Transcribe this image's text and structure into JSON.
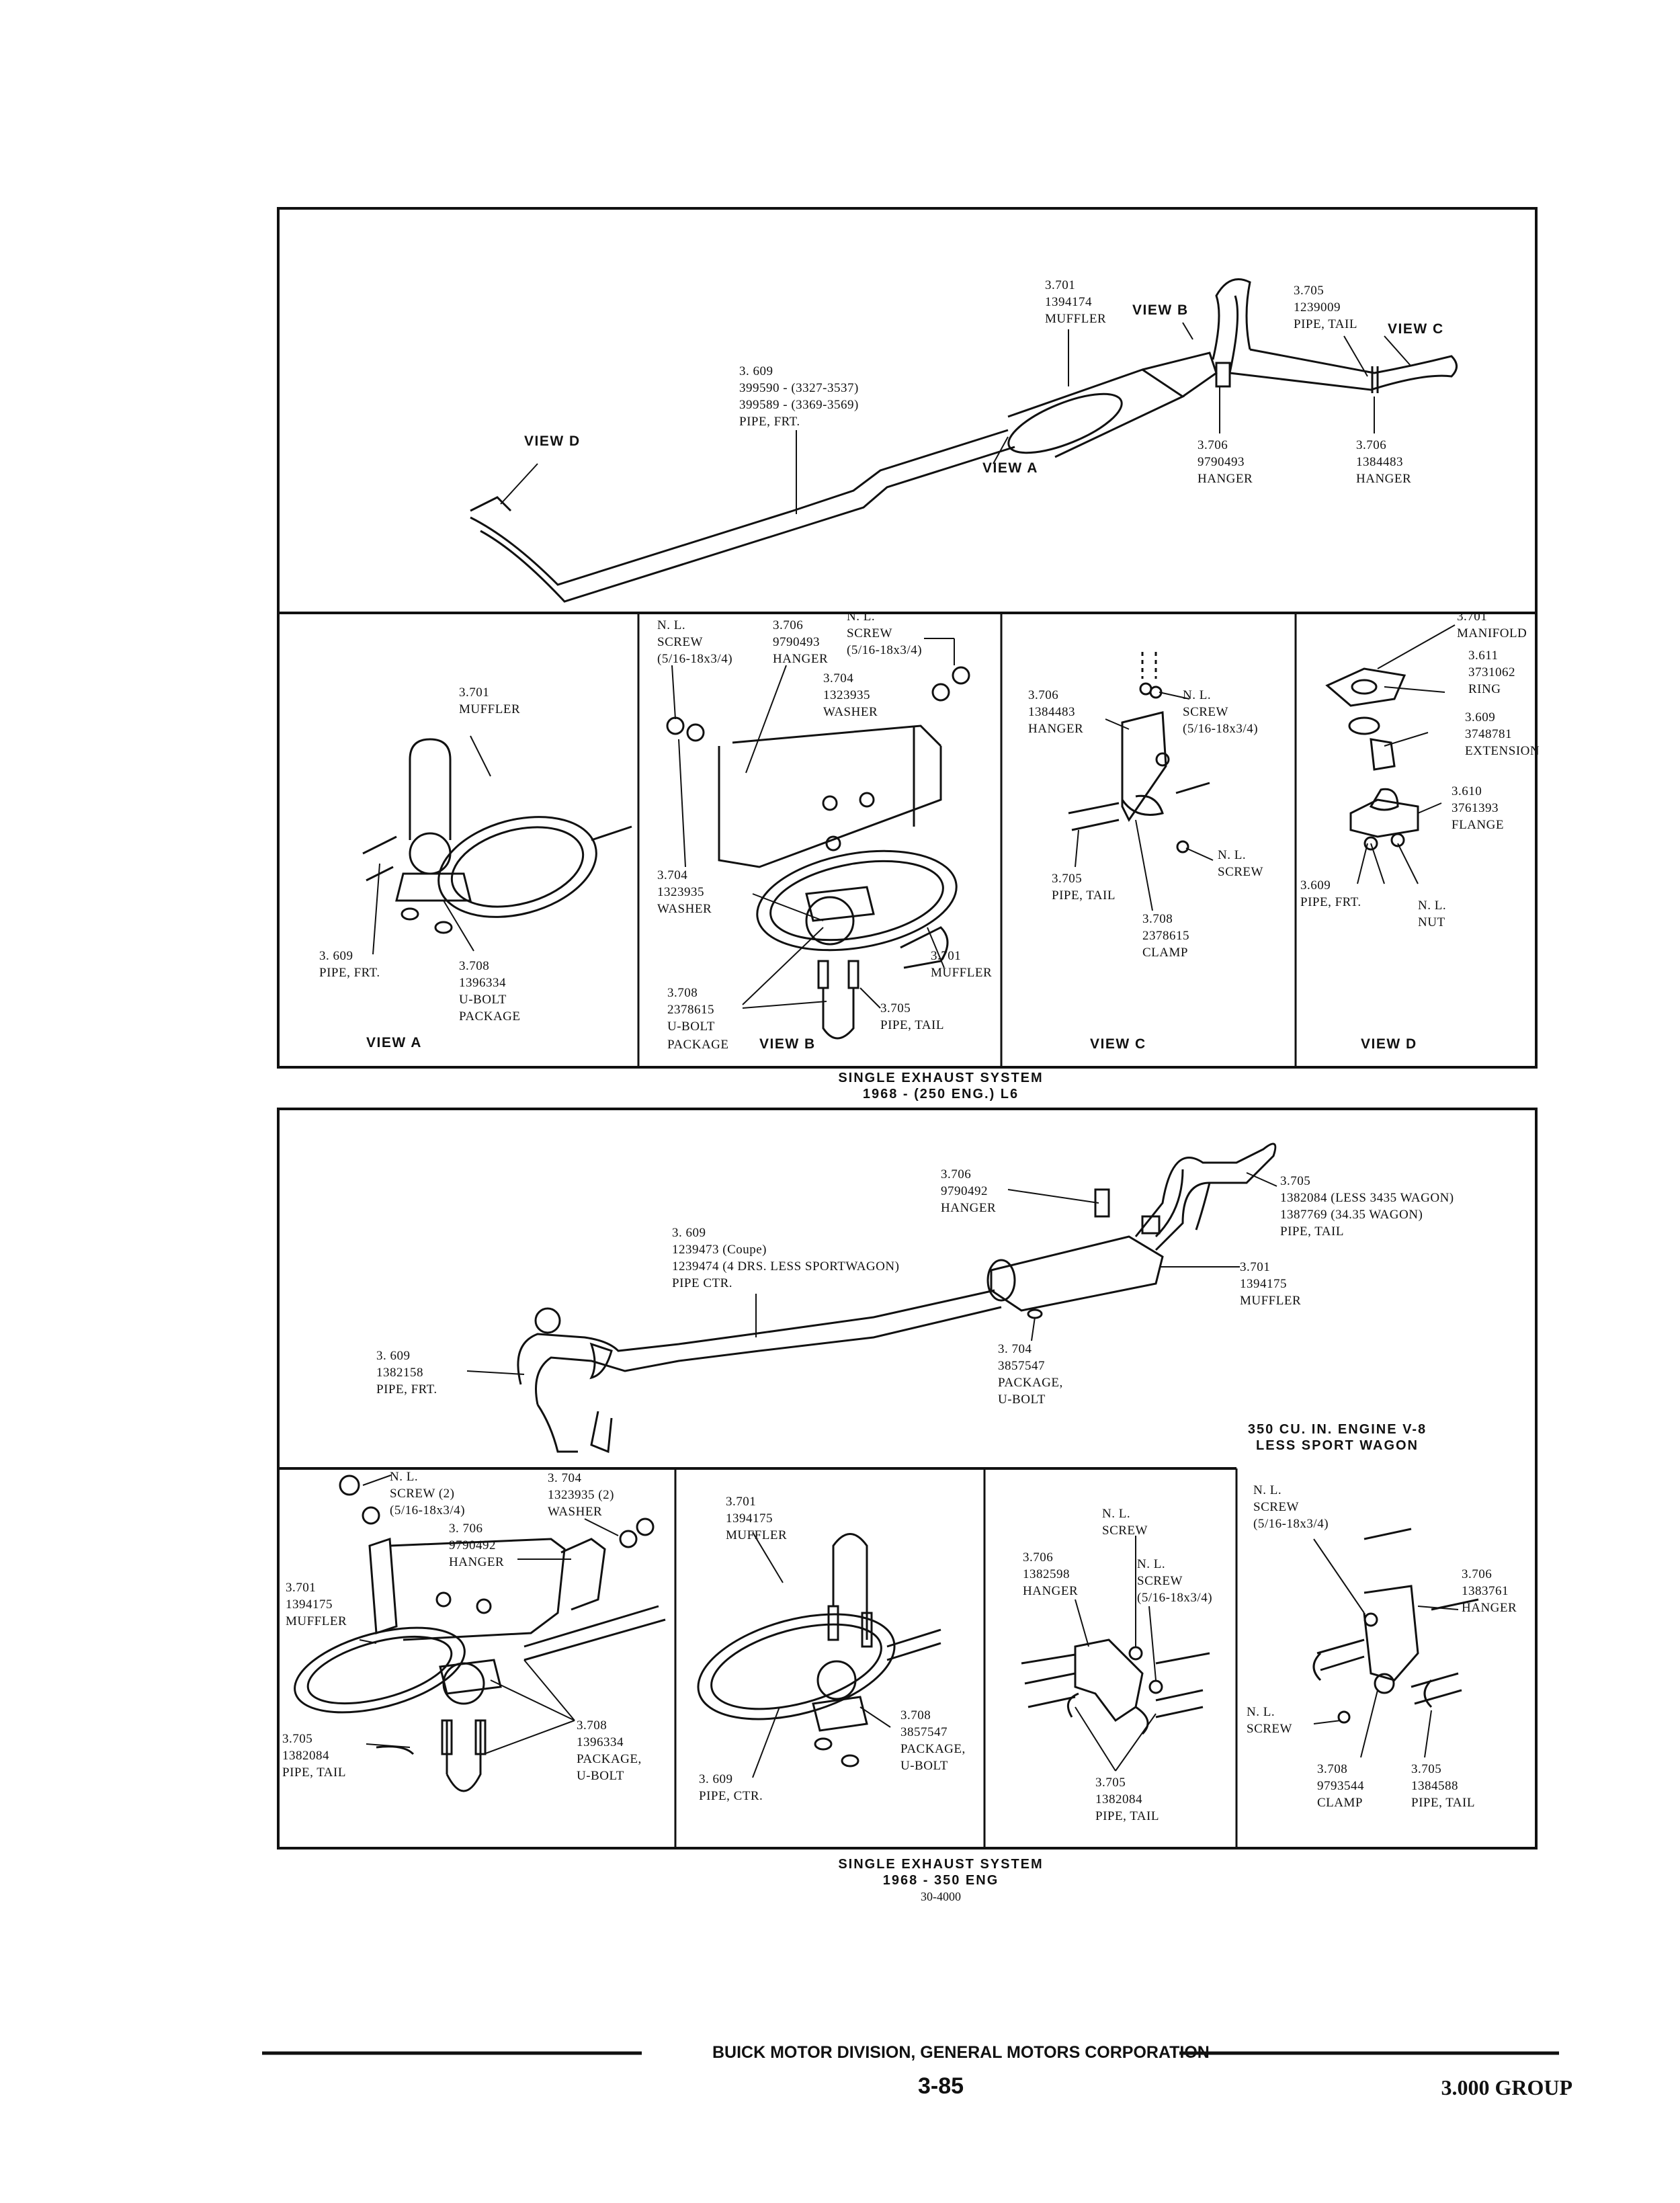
{
  "top_assembly": {
    "view_b": "VIEW B",
    "view_c": "VIEW C",
    "view_d": "VIEW D",
    "view_a": "VIEW A",
    "muffler": [
      "3.701",
      "1394174",
      "MUFFLER"
    ],
    "tail_pipe": [
      "3.705",
      "1239009",
      "PIPE, TAIL"
    ],
    "front_pipe": [
      "3. 609",
      "399590 - (3327-3537)",
      "399589 - (3369-3569)",
      "PIPE, FRT."
    ],
    "hanger_left": [
      "3.706",
      "9790493",
      "HANGER"
    ],
    "hanger_right": [
      "3.706",
      "1384483",
      "HANGER"
    ]
  },
  "view_a": {
    "title": "VIEW A",
    "muffler": [
      "3.701",
      "MUFFLER"
    ],
    "pipe": [
      "3. 609",
      "PIPE, FRT."
    ],
    "ubolt": [
      "3.708",
      "1396334",
      "U-BOLT",
      "PACKAGE"
    ]
  },
  "view_b": {
    "title": "VIEW B",
    "screw_left": [
      "N. L.",
      "SCREW",
      "(5/16-18x3/4)"
    ],
    "hanger": [
      "3.706",
      "9790493",
      "HANGER"
    ],
    "screw_right": [
      "N. L.",
      "SCREW",
      "(5/16-18x3/4)"
    ],
    "washer_top": [
      "3.704",
      "1323935",
      "WASHER"
    ],
    "washer_left": [
      "3.704",
      "1323935",
      "WASHER"
    ],
    "muffler": [
      "3.701",
      "MUFFLER"
    ],
    "ubolt": [
      "3.708",
      "2378615",
      "U-BOLT",
      "PACKAGE"
    ],
    "tail": [
      "3.705",
      "PIPE, TAIL"
    ]
  },
  "view_c": {
    "title": "VIEW C",
    "hanger": [
      "3.706",
      "1384483",
      "HANGER"
    ],
    "screw_top": [
      "N. L.",
      "SCREW",
      "(5/16-18x3/4)"
    ],
    "screw_bottom": [
      "N. L.",
      "SCREW"
    ],
    "tail": [
      "3.705",
      "PIPE, TAIL"
    ],
    "clamp": [
      "3.708",
      "2378615",
      "CLAMP"
    ]
  },
  "view_d": {
    "title": "VIEW D",
    "manifold": [
      "3.701",
      "MANIFOLD"
    ],
    "ring": [
      "3.611",
      "3731062",
      "RING"
    ],
    "extension": [
      "3.609",
      "3748781",
      "EXTENSION"
    ],
    "flange": [
      "3.610",
      "3761393",
      "FLANGE"
    ],
    "pipe": [
      "3.609",
      "PIPE, FRT."
    ],
    "nut": [
      "N. L.",
      "NUT"
    ]
  },
  "caption_top": [
    "SINGLE EXHAUST SYSTEM",
    "1968 - (250 ENG.) L6"
  ],
  "bottom_assembly": {
    "hanger": [
      "3.706",
      "9790492",
      "HANGER"
    ],
    "tail": [
      "3.705",
      "1382084 (LESS 3435 WAGON)",
      "1387769 (34.35 WAGON)",
      "PIPE, TAIL"
    ],
    "center_pipe": [
      "3. 609",
      "1239473 (Coupe)",
      "1239474 (4 DRS. LESS SPORTWAGON)",
      "PIPE CTR."
    ],
    "muffler": [
      "3.701",
      "1394175",
      "MUFFLER"
    ],
    "front_pipe": [
      "3. 609",
      "1382158",
      "PIPE, FRT."
    ],
    "ubolt": [
      "3. 704",
      "3857547",
      "PACKAGE,",
      "U-BOLT"
    ],
    "engine": [
      "350 CU. IN. ENGINE V-8",
      "LESS SPORT WAGON"
    ]
  },
  "detail_1": {
    "screw": [
      "N. L.",
      "SCREW (2)",
      "(5/16-18x3/4)"
    ],
    "washer": [
      "3. 704",
      "1323935 (2)",
      "WASHER"
    ],
    "hanger": [
      "3. 706",
      "9790492",
      "HANGER"
    ],
    "muffler": [
      "3.701",
      "1394175",
      "MUFFLER"
    ],
    "tail": [
      "3.705",
      "1382084",
      "PIPE, TAIL"
    ],
    "ubolt": [
      "3.708",
      "1396334",
      "PACKAGE,",
      "U-BOLT"
    ]
  },
  "detail_2": {
    "muffler": [
      "3.701",
      "1394175",
      "MUFFLER"
    ],
    "ubolt": [
      "3.708",
      "3857547",
      "PACKAGE,",
      "U-BOLT"
    ],
    "pipe": [
      "3. 609",
      "PIPE, CTR."
    ]
  },
  "detail_3": {
    "screw_top": [
      "N. L.",
      "SCREW"
    ],
    "hanger": [
      "3.706",
      "1382598",
      "HANGER"
    ],
    "screw_mid": [
      "N. L.",
      "SCREW",
      "(5/16-18x3/4)"
    ],
    "tail": [
      "3.705",
      "1382084",
      "PIPE, TAIL"
    ]
  },
  "detail_4": {
    "screw_top": [
      "N. L.",
      "SCREW",
      "(5/16-18x3/4)"
    ],
    "hanger": [
      "3.706",
      "1383761",
      "HANGER"
    ],
    "screw_bottom": [
      "N. L.",
      "SCREW"
    ],
    "clamp": [
      "3.708",
      "9793544",
      "CLAMP"
    ],
    "tail": [
      "3.705",
      "1384588",
      "PIPE, TAIL"
    ]
  },
  "caption_bottom": [
    "SINGLE EXHAUST SYSTEM",
    "1968 - 350 ENG",
    "30-4000"
  ],
  "footer": {
    "company": "BUICK MOTOR DIVISION, GENERAL MOTORS CORPORATION",
    "page": "3-85",
    "group": "3.000 GROUP"
  }
}
